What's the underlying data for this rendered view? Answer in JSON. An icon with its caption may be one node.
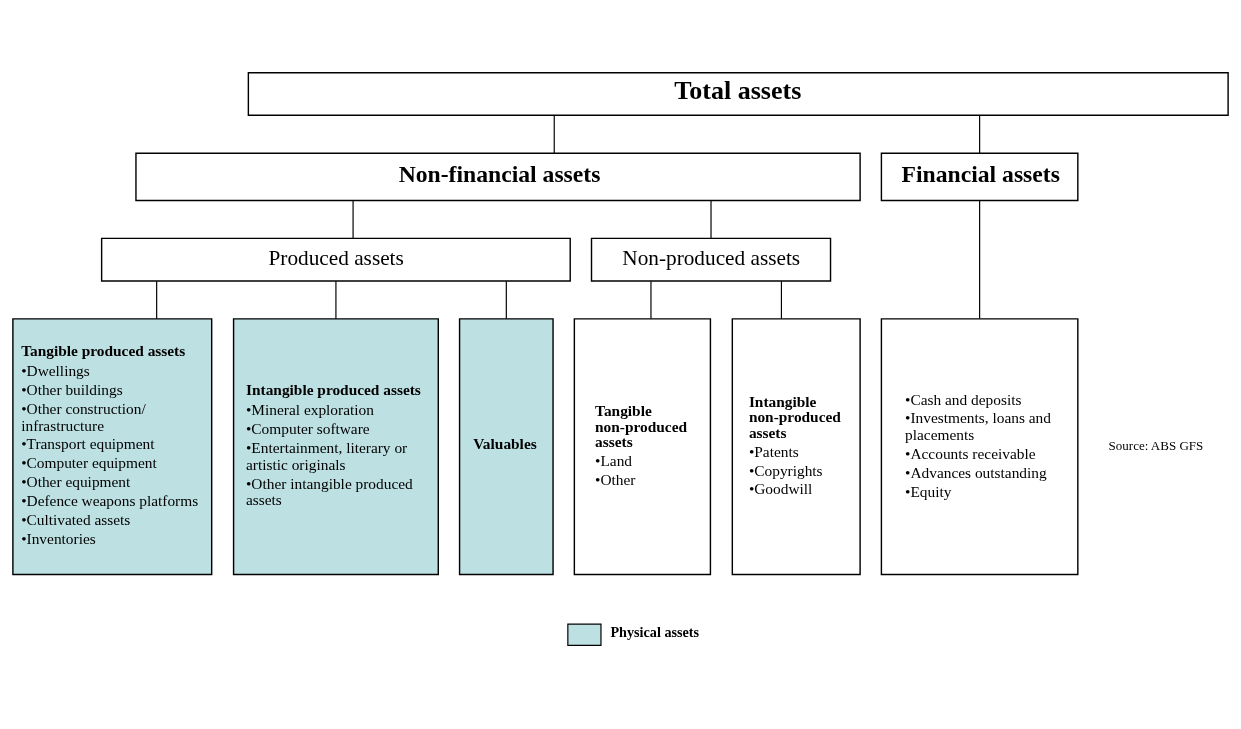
{
  "diagram": {
    "nodes": [
      {
        "text": [
          "Total assets"
        ]
      },
      {
        "text": [
          "Non-financial assets"
        ]
      },
      {
        "text": [
          "Financial assets"
        ]
      },
      {
        "text": [
          "Produced assets"
        ]
      },
      {
        "text": [
          "Non-produced assets"
        ]
      },
      {
        "text": [
          "Tangible produced assets",
          "•Dwellings",
          "•Other buildings",
          "•Other construction/ infrastructure",
          "•Transport equipment",
          "•Computer equipment",
          "•Other equipment",
          "•Defence weapons platforms",
          "•Cultivated assets",
          "•Inventories"
        ]
      },
      {
        "text": [
          "Intangible produced assets",
          "•Mineral exploration",
          "•Computer software",
          "•Entertainment, literary or artistic originals",
          "•Other intangible produced assets"
        ]
      },
      {
        "text": [
          "Valuables"
        ]
      },
      {
        "text": [
          "Tangible non-produced assets",
          "•Land",
          "•Other"
        ]
      },
      {
        "text": [
          "Intangible non-produced assets",
          "•Patents",
          "•Copyrights",
          "•Goodwill"
        ]
      },
      {
        "text": [
          "•Cash and deposits",
          "•Investments, loans and placements",
          "•Accounts receivable",
          "•Advances outstanding",
          "•Equity"
        ]
      }
    ],
    "edges": [
      {
        "from": 0,
        "to": 1,
        "arrow": "none"
      },
      {
        "from": 0,
        "to": 2,
        "arrow": "none"
      },
      {
        "from": 1,
        "to": 3,
        "arrow": "none"
      },
      {
        "from": 1,
        "to": 4,
        "arrow": "none"
      },
      {
        "from": 3,
        "to": 5,
        "arrow": "none"
      },
      {
        "from": 3,
        "to": 6,
        "arrow": "none"
      },
      {
        "from": 3,
        "to": 7,
        "arrow": "none"
      },
      {
        "from": 4,
        "to": 8,
        "arrow": "none"
      },
      {
        "from": 4,
        "to": 9,
        "arrow": "none"
      },
      {
        "from": 2,
        "to": 10,
        "arrow": "none"
      }
    ],
    "labels": [
      "Source: ABS GFS"
    ],
    "legend": [
      {
        "text": "Physical assets",
        "color": "#bde0e3"
      }
    ]
  }
}
